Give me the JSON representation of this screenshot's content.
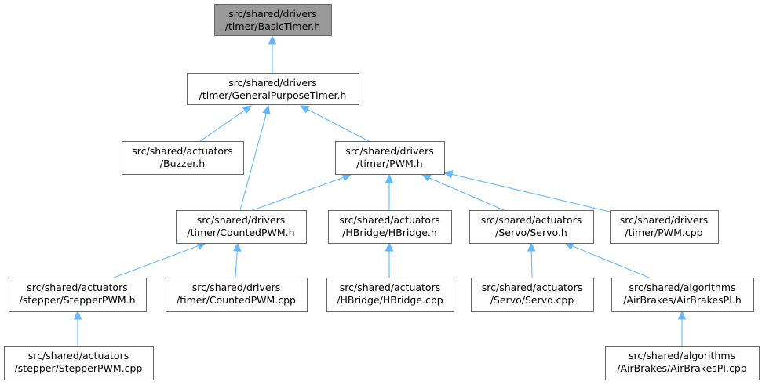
{
  "diagram": {
    "type": "include-dependency-graph",
    "colors": {
      "root_fill": "#999999",
      "node_fill": "#ffffff",
      "node_border": "#666666",
      "edge": "#63b8ff",
      "text": "#000000"
    },
    "nodes": [
      {
        "id": "basic_timer_h",
        "line1": "src/shared/drivers",
        "line2": "/timer/BasicTimer.h",
        "highlighted": true
      },
      {
        "id": "gp_timer_h",
        "line1": "src/shared/drivers",
        "line2": "/timer/GeneralPurposeTimer.h"
      },
      {
        "id": "buzzer_h",
        "line1": "src/shared/actuators",
        "line2": "/Buzzer.h"
      },
      {
        "id": "pwm_h",
        "line1": "src/shared/drivers",
        "line2": "/timer/PWM.h"
      },
      {
        "id": "counted_pwm_h",
        "line1": "src/shared/drivers",
        "line2": "/timer/CountedPWM.h"
      },
      {
        "id": "hbridge_h",
        "line1": "src/shared/actuators",
        "line2": "/HBridge/HBridge.h"
      },
      {
        "id": "servo_h",
        "line1": "src/shared/actuators",
        "line2": "/Servo/Servo.h"
      },
      {
        "id": "pwm_cpp",
        "line1": "src/shared/drivers",
        "line2": "/timer/PWM.cpp"
      },
      {
        "id": "stepper_pwm_h",
        "line1": "src/shared/actuators",
        "line2": "/stepper/StepperPWM.h"
      },
      {
        "id": "counted_pwm_cpp",
        "line1": "src/shared/drivers",
        "line2": "/timer/CountedPWM.cpp"
      },
      {
        "id": "hbridge_cpp",
        "line1": "src/shared/actuators",
        "line2": "/HBridge/HBridge.cpp"
      },
      {
        "id": "servo_cpp",
        "line1": "src/shared/actuators",
        "line2": "/Servo/Servo.cpp"
      },
      {
        "id": "airbrakes_pi_h",
        "line1": "src/shared/algorithms",
        "line2": "/AirBrakes/AirBrakesPI.h"
      },
      {
        "id": "stepper_pwm_cpp",
        "line1": "src/shared/actuators",
        "line2": "/stepper/StepperPWM.cpp"
      },
      {
        "id": "airbrakes_pi_cpp",
        "line1": "src/shared/algorithms",
        "line2": "/AirBrakes/AirBrakesPI.cpp"
      }
    ],
    "edges": [
      {
        "from": "gp_timer_h",
        "to": "basic_timer_h"
      },
      {
        "from": "buzzer_h",
        "to": "gp_timer_h"
      },
      {
        "from": "counted_pwm_h",
        "to": "gp_timer_h"
      },
      {
        "from": "pwm_h",
        "to": "gp_timer_h"
      },
      {
        "from": "counted_pwm_h",
        "to": "pwm_h"
      },
      {
        "from": "hbridge_h",
        "to": "pwm_h"
      },
      {
        "from": "servo_h",
        "to": "pwm_h"
      },
      {
        "from": "pwm_cpp",
        "to": "pwm_h"
      },
      {
        "from": "stepper_pwm_h",
        "to": "counted_pwm_h"
      },
      {
        "from": "counted_pwm_cpp",
        "to": "counted_pwm_h"
      },
      {
        "from": "hbridge_cpp",
        "to": "hbridge_h"
      },
      {
        "from": "servo_cpp",
        "to": "servo_h"
      },
      {
        "from": "airbrakes_pi_h",
        "to": "servo_h"
      },
      {
        "from": "stepper_pwm_cpp",
        "to": "stepper_pwm_h"
      },
      {
        "from": "airbrakes_pi_cpp",
        "to": "airbrakes_pi_h"
      }
    ]
  }
}
